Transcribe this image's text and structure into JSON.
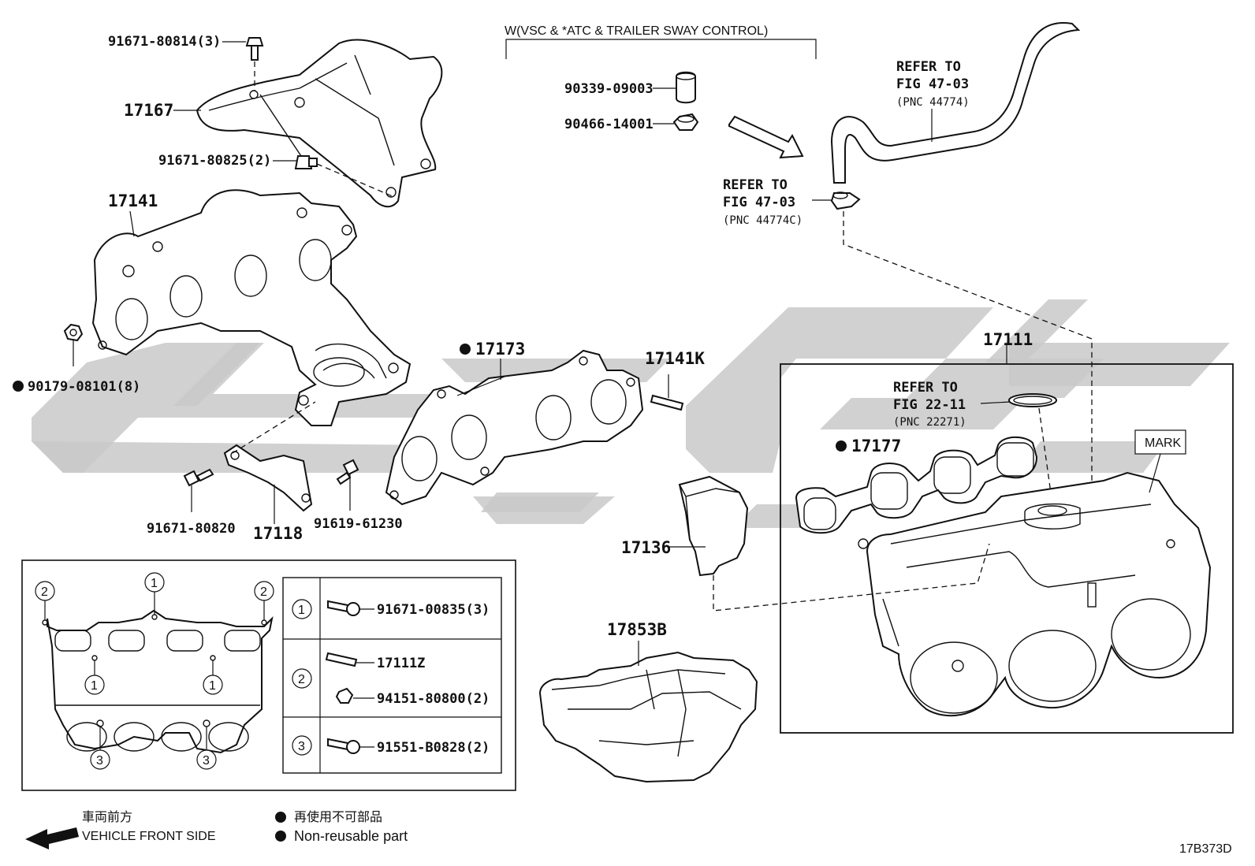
{
  "header": {
    "condition": "W(VSC & *ATC & TRAILER SWAY CONTROL)"
  },
  "parts": {
    "heat_insulator": "17167",
    "heat_insulator_bolt": "91671-80814(3)",
    "heat_insulator_bolt2": "91671-80825(2)",
    "exhaust_manifold": "17141",
    "manifold_nut": "90179-08101(8)",
    "exhaust_gasket": "17173",
    "stud": "17141K",
    "stay_bolt": "91671-80820",
    "stay": "17118",
    "stay_bolt2": "91619-61230",
    "vsv_cap": "90339-09003",
    "clip": "90466-14001",
    "intake_manifold": "17111",
    "intake_gasket": "17177",
    "insulator": "17136",
    "engine_cover": "17853B"
  },
  "refs": {
    "hose_refer": "REFER TO",
    "hose_fig": "FIG 47-03",
    "hose_pnc": "(PNC 44774)",
    "clamp_refer": "REFER TO",
    "clamp_fig": "FIG 47-03",
    "clamp_pnc": "(PNC 44774C)",
    "oring_refer": "REFER TO",
    "oring_fig": "FIG 22-11",
    "oring_pnc": "(PNC 22271)",
    "mark": "MARK"
  },
  "inset": {
    "callouts": [
      "1",
      "2",
      "3"
    ],
    "rows": [
      {
        "num": "1",
        "parts": [
          "91671-00835(3)"
        ]
      },
      {
        "num": "2",
        "parts": [
          "17111Z",
          "94151-80800(2)"
        ]
      },
      {
        "num": "3",
        "parts": [
          "91551-B0828(2)"
        ]
      }
    ]
  },
  "legend": {
    "front_jp": "車両前方",
    "front_en": "VEHICLE FRONT SIDE",
    "nonreuse_jp": "再使用不可部品",
    "nonreuse_en": "Non-reusable part"
  },
  "figure_id": "17B373D"
}
